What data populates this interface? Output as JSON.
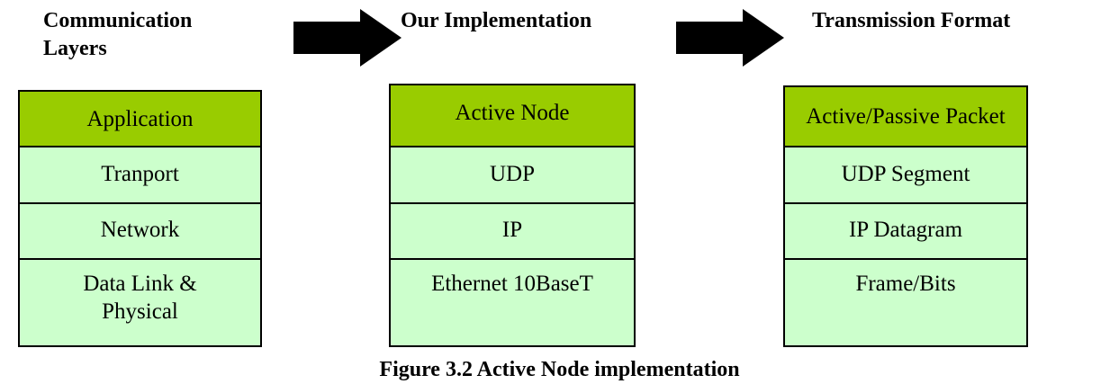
{
  "columns": [
    {
      "heading": "Communication\nLayers",
      "cells": [
        "Application",
        "Tranport",
        "Network",
        "Data Link &\nPhysical"
      ]
    },
    {
      "heading": "Our Implementation",
      "cells": [
        "Active Node",
        "UDP",
        "IP",
        "Ethernet 10BaseT"
      ]
    },
    {
      "heading": "Transmission Format",
      "cells": [
        "Active/Passive Packet",
        "UDP Segment",
        "IP Datagram",
        "Frame/Bits"
      ]
    }
  ],
  "caption": "Figure 3.2 Active Node implementation",
  "colors": {
    "header_cell": "#99cc00",
    "body_cell": "#ccffcc",
    "border": "#000000",
    "arrow": "#000000"
  }
}
